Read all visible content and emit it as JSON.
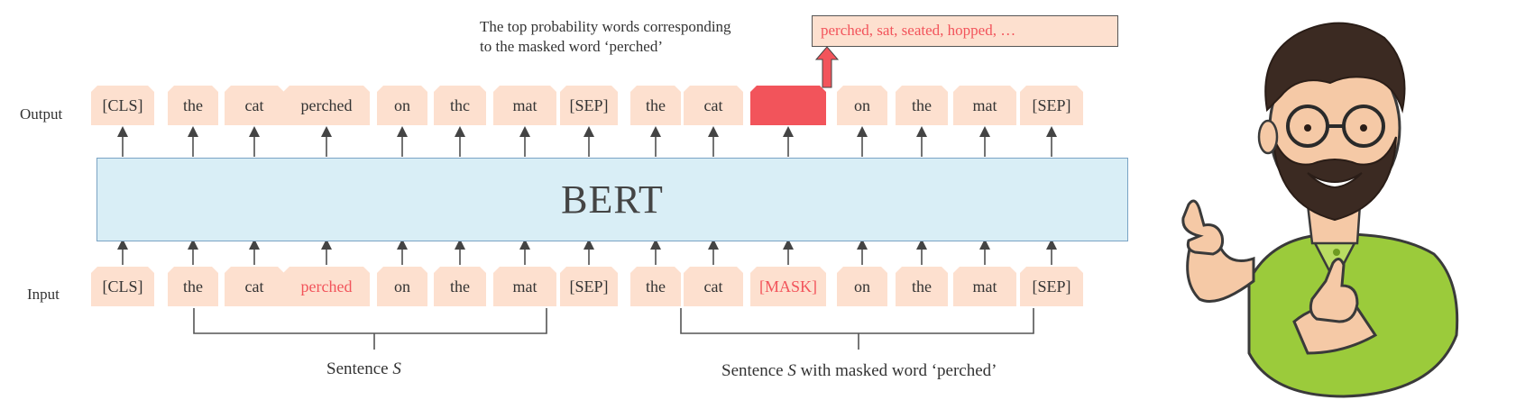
{
  "labels": {
    "output": "Output",
    "input": "Input",
    "model": "BERT"
  },
  "callout": {
    "line1": "The top probability words corresponding",
    "line2": "to the masked word ‘perched’",
    "predictions": "perched, sat, seated, hopped, …"
  },
  "output_tokens": [
    "[CLS]",
    "the",
    "cat",
    "perched",
    "on",
    "thc",
    "mat",
    "[SEP]",
    "the",
    "cat",
    "",
    "on",
    "the",
    "mat",
    "[SEP]"
  ],
  "input_tokens": [
    "[CLS]",
    "the",
    "cat",
    "perched",
    "on",
    "the",
    "mat",
    "[SEP]",
    "the",
    "cat",
    "[MASK]",
    "on",
    "the",
    "mat",
    "[SEP]"
  ],
  "brackets": {
    "sentence_prefix": "Sentence ",
    "sentence_var": "S",
    "masked_suffix": " with masked word ‘perched’"
  },
  "colors": {
    "token_fill": "#fde0cf",
    "highlight": "#f2545b",
    "bert_fill": "#d9eef6",
    "bert_border": "#7aa3c4"
  },
  "icons": {
    "cartoon": "thumbs-up-man-illustration",
    "arrow": "up-arrow-icon"
  }
}
